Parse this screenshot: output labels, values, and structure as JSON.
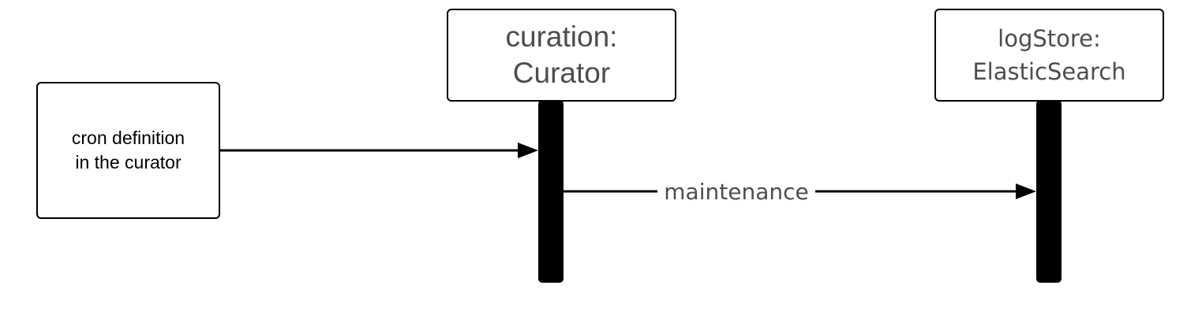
{
  "trigger": {
    "line1": "cron definition",
    "line2": "in the curator"
  },
  "participants": {
    "curator": {
      "line1": "curation:",
      "line2": "Curator"
    },
    "logstore": {
      "line1": "logStore:",
      "line2": "ElasticSearch"
    }
  },
  "messages": {
    "maintenance": "maintenance"
  },
  "colors": {
    "stroke": "#000000",
    "label_text": "#4d4d4d",
    "background": "#ffffff"
  }
}
